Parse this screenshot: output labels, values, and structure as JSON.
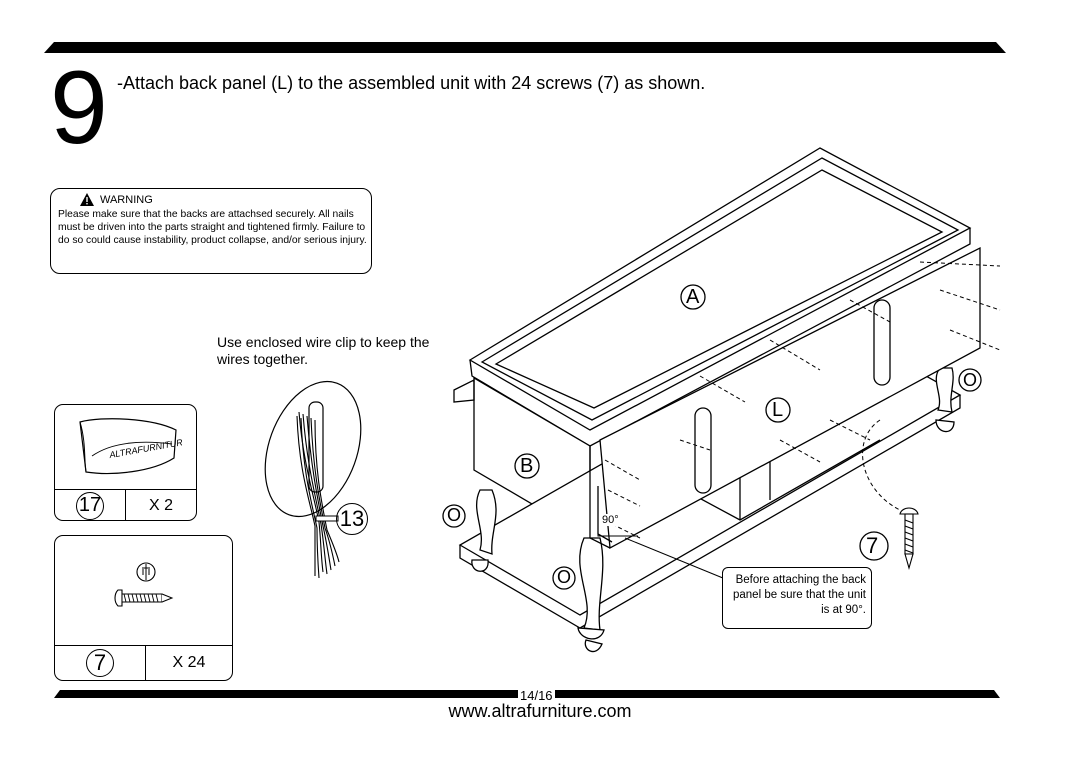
{
  "step": {
    "number": "9",
    "instruction": "-Attach back panel (L) to the assembled unit with 24 screws (7) as shown."
  },
  "warning": {
    "title": "WARNING",
    "body": "Please make sure that the backs are attachsed securely. All nails must be driven into the parts straight and tightened firmly. Failure to do so could cause instability, product collapse, and/or serious injury."
  },
  "wire_note": "Use enclosed wire clip to keep the wires together.",
  "parts": [
    {
      "number": "17",
      "quantity": "X 2"
    },
    {
      "number": "7",
      "quantity": "X 24"
    }
  ],
  "diagram": {
    "part_labels": [
      "A",
      "B",
      "L"
    ],
    "outlet_label": "O",
    "clip_label": "13",
    "screw_label": "7",
    "angle": "90°",
    "callout": "Before attaching the back panel be sure that the unit is at 90°.",
    "clip_brand": "ALTRAFURNITURE"
  },
  "footer": {
    "page": "14/16",
    "website": "www.altrafurniture.com"
  }
}
